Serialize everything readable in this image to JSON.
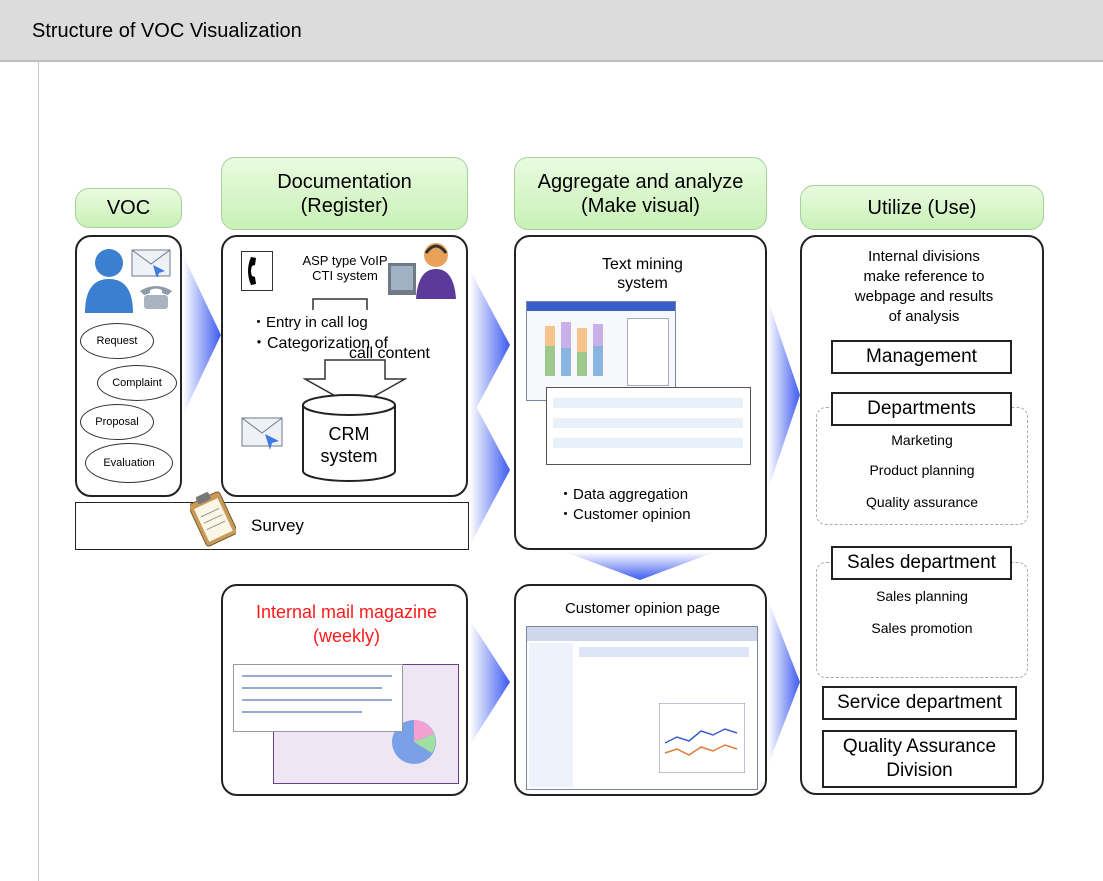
{
  "page": {
    "title": "Structure of VOC Visualization"
  },
  "columns": {
    "voc": "VOC",
    "documentation": {
      "line1": "Documentation",
      "line2": "(Register)"
    },
    "aggregate": {
      "line1": "Aggregate and analyze",
      "line2": "(Make visual)"
    },
    "utilize": "Utilize (Use)"
  },
  "voc_panel": {
    "clouds": [
      "Request",
      "Complaint",
      "Proposal",
      "Evaluation"
    ]
  },
  "survey": {
    "label": "Survey"
  },
  "documentation_panel": {
    "cti_line1": "ASP type VoIP",
    "cti_line2": "CTI system",
    "bullet1": "・Entry in call log",
    "bullet2": "・Categorization of",
    "bullet2b": "call content",
    "crm_line1": "CRM",
    "crm_line2": "system"
  },
  "text_mining_panel": {
    "title_line1": "Text mining",
    "title_line2": "system",
    "bullet1": "・Data aggregation",
    "bullet2": "・Customer opinion"
  },
  "mail_magazine": {
    "line1": "Internal mail magazine",
    "line2": "(weekly)"
  },
  "customer_opinion_page": {
    "title": "Customer opinion page"
  },
  "utilize_panel": {
    "intro_line1": "Internal divisions",
    "intro_line2": "make reference to",
    "intro_line3": "webpage and results",
    "intro_line4": "of analysis",
    "management": "Management",
    "departments": "Departments",
    "departments_sub": [
      "Marketing",
      "Product planning",
      "Quality assurance"
    ],
    "sales_department": "Sales department",
    "sales_sub": [
      "Sales planning",
      "Sales promotion"
    ],
    "service_department": "Service department",
    "qa_line1": "Quality Assurance",
    "qa_line2": "Division"
  },
  "colors": {
    "header_green": "#c9f1b6",
    "arrow_blue": "#3d5bf0",
    "mail_red": "#ff1a1a"
  }
}
